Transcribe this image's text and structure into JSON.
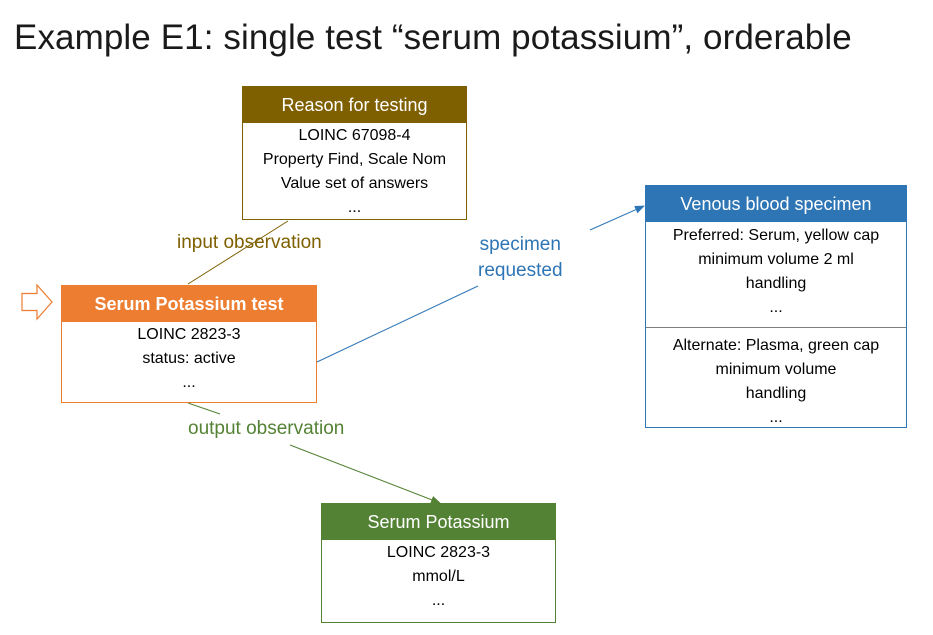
{
  "title": "Example E1: single test “serum potassium”, orderable",
  "reason": {
    "header": "Reason for testing",
    "lines": [
      "LOINC 67098-4",
      "Property Find, Scale Nom",
      "Value set of answers",
      "..."
    ]
  },
  "test": {
    "header": "Serum Potassium test",
    "lines": [
      "LOINC 2823-3",
      "status: active",
      "..."
    ]
  },
  "result": {
    "header": "Serum Potassium",
    "lines": [
      "LOINC 2823-3",
      "mmol/L",
      "..."
    ]
  },
  "specimen": {
    "header": "Venous blood specimen",
    "preferred": [
      "Preferred: Serum, yellow cap",
      "minimum volume 2 ml",
      "handling",
      "..."
    ],
    "alternate": [
      "Alternate: Plasma, green cap",
      "minimum volume",
      "handling",
      "..."
    ]
  },
  "labels": {
    "input": "input observation",
    "output": "output observation",
    "specimen_line1": "specimen",
    "specimen_line2": "requested"
  },
  "colors": {
    "reason": "#7f6000",
    "test": "#ed7d31",
    "result": "#548235",
    "specimen": "#2e75b6"
  }
}
